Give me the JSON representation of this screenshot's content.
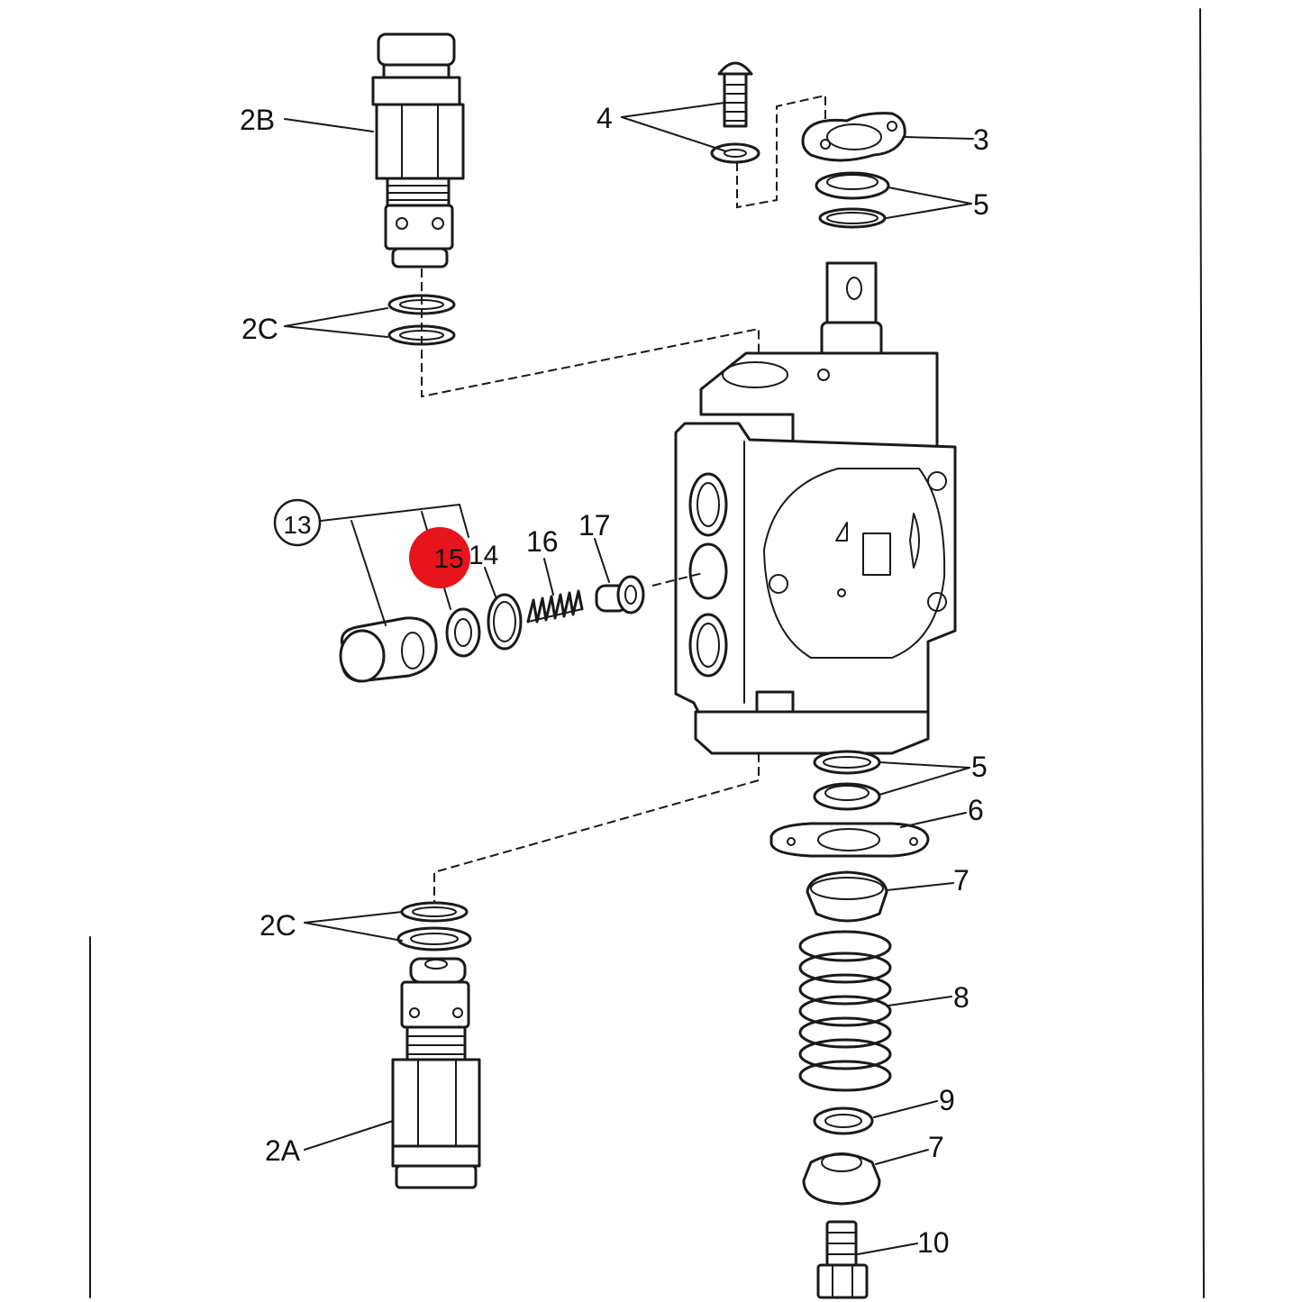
{
  "callouts": {
    "p2B": "2B",
    "p4_top": "4",
    "p3": "3",
    "p5_top": "5",
    "p2C_top": "2C",
    "p13": "13",
    "p15": "15",
    "p14": "14",
    "p16": "16",
    "p17": "17",
    "p5_bottom": "5",
    "p6": "6",
    "p7_upper": "7",
    "p2C_bottom": "2C",
    "p8": "8",
    "p9": "9",
    "p2A": "2A",
    "p7_lower": "7",
    "p10": "10"
  },
  "colors": {
    "highlight": "#e8141b",
    "ink": "#1a1a1a"
  }
}
